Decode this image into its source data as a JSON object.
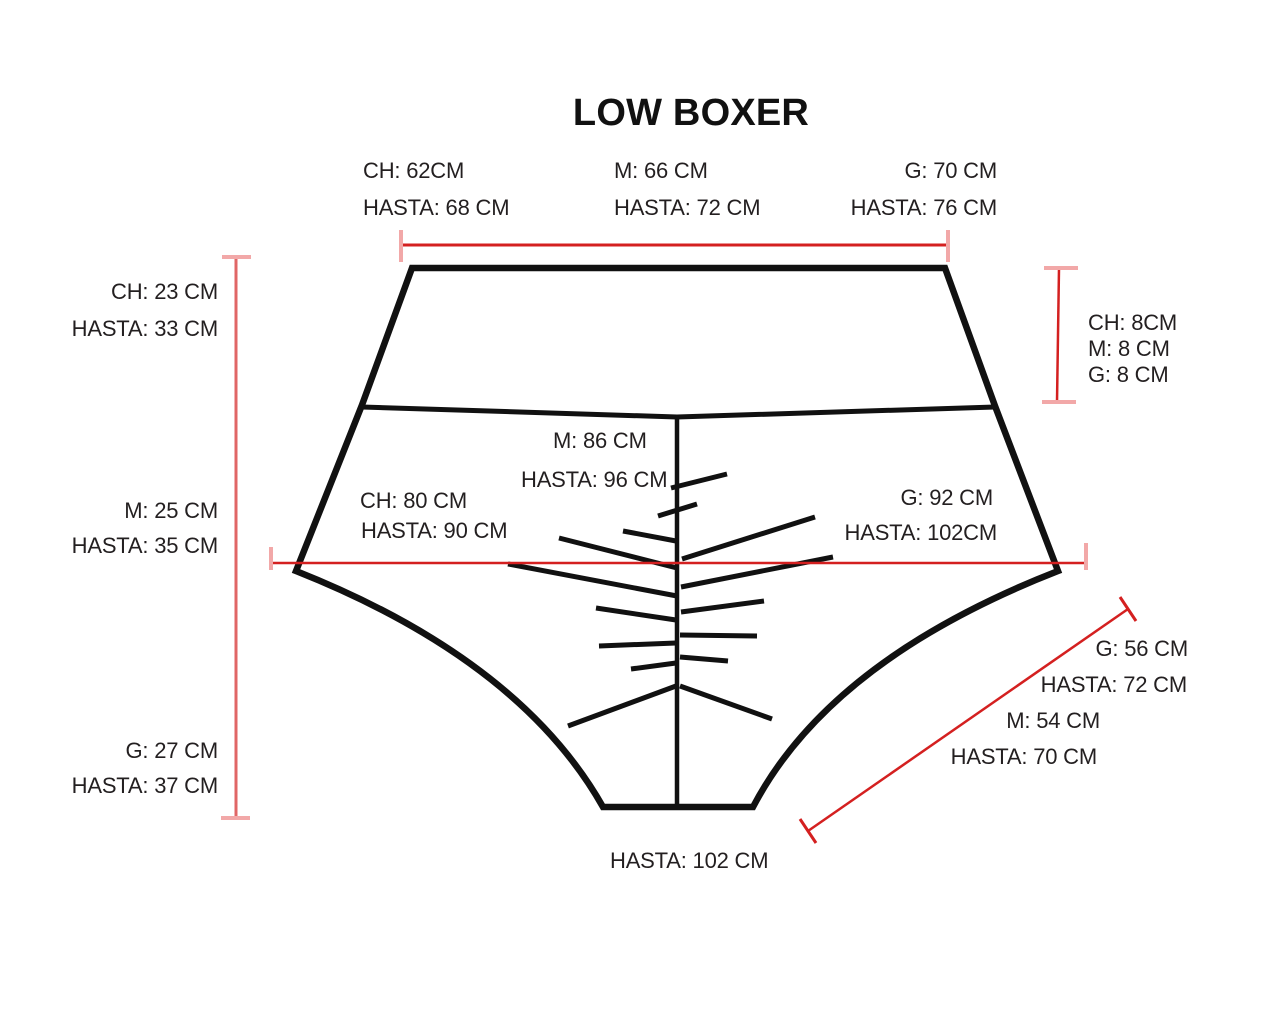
{
  "title": "LOW BOXER",
  "colors": {
    "ink_black": "#111111",
    "text_black": "#231f20",
    "dimension_red": "#d42020",
    "dimension_red_medium": "#e06666",
    "dimension_red_light": "#f2a8a8"
  },
  "labels": {
    "top_waist": {
      "ch": [
        "CH: 62CM",
        "HASTA: 68 CM"
      ],
      "m": [
        "M: 66 CM",
        "HASTA: 72 CM"
      ],
      "g": [
        "G: 70 CM",
        "HASTA: 76 CM"
      ]
    },
    "left_rise": {
      "ch": [
        "CH: 23 CM",
        "HASTA: 33 CM"
      ],
      "m": [
        "M: 25 CM",
        "HASTA: 35 CM"
      ],
      "g": [
        "G: 27 CM",
        "HASTA: 37 CM"
      ]
    },
    "waistband_height": [
      "CH: 8CM",
      "M: 8 CM",
      "G: 8 CM"
    ],
    "hip": {
      "m": [
        "M: 86 CM",
        "HASTA: 96 CM"
      ],
      "ch": [
        "CH: 80 CM",
        "HASTA: 90 CM"
      ],
      "g": [
        "G: 92 CM",
        "HASTA: 102CM"
      ]
    },
    "leg_opening": [
      "G: 56 CM",
      "HASTA: 72 CM",
      "M: 54 CM",
      "HASTA: 70 CM"
    ],
    "bottom_leg": "HASTA: 102 CM"
  }
}
